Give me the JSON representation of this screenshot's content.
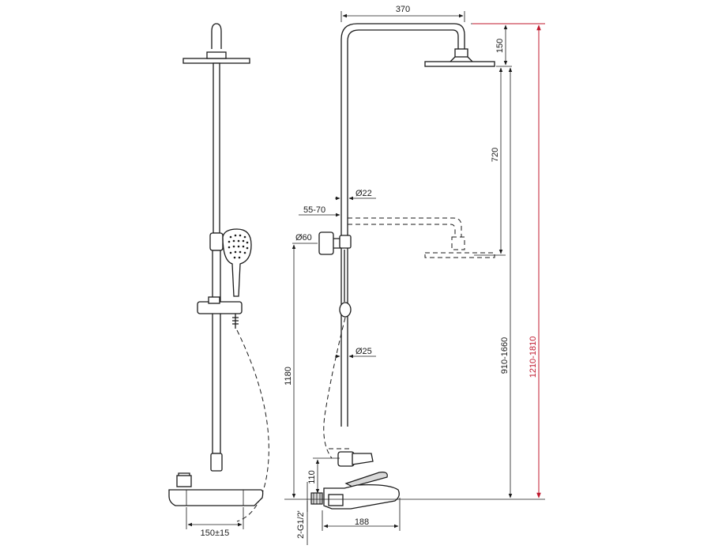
{
  "dimensions": {
    "head_reach": "370",
    "head_height": "150",
    "head_to_holder": "720",
    "pipe_diameter_upper": "Ø22",
    "wall_distance": "55-70",
    "holder_diameter": "Ø60",
    "pipe_diameter_lower": "Ø25",
    "holder_height": "1180",
    "slider_range": "910-1660",
    "total_height": "1210-1810",
    "spout_height": "110",
    "connection": "2-G1/2'",
    "spout_length": "188",
    "inlet_spacing": "150±15"
  },
  "colors": {
    "line": "#1a1a1a",
    "total_height_accent": "#c0182e"
  }
}
